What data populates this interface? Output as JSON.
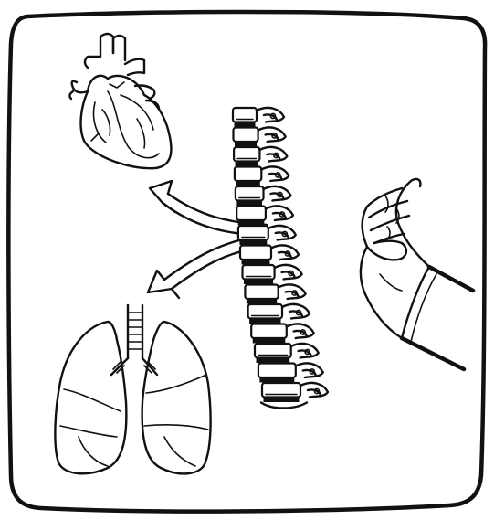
{
  "illustration": {
    "frame": "rounded-screen-frame",
    "subjects": [
      "heart",
      "lungs",
      "spine",
      "hand"
    ],
    "arrows": {
      "count": 2,
      "from": "spine",
      "to": [
        "heart",
        "lungs"
      ]
    },
    "colors": {
      "ink": "#111111",
      "background": "#ffffff"
    }
  }
}
